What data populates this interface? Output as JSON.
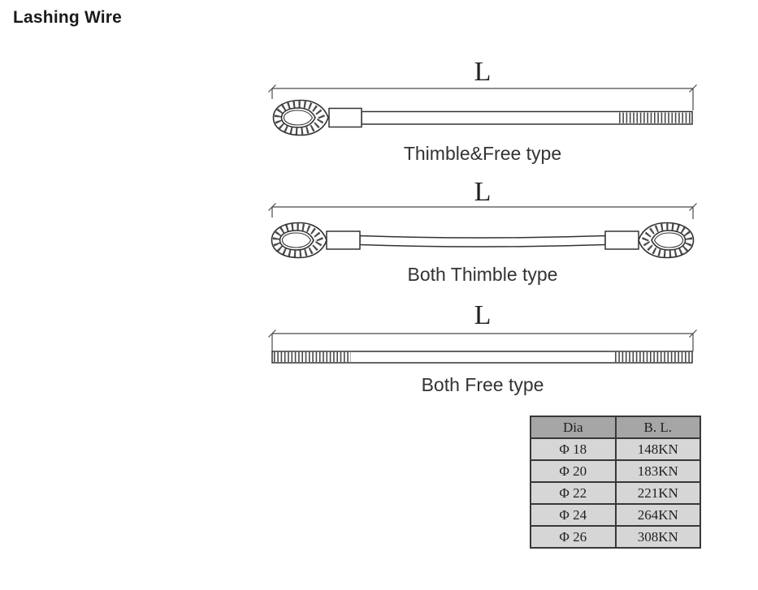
{
  "page": {
    "title": "Lashing Wire"
  },
  "diagrams": [
    {
      "dim_label": "L",
      "caption": "Thimble&Free type"
    },
    {
      "dim_label": "L",
      "caption": "Both Thimble type"
    },
    {
      "dim_label": "L",
      "caption": "Both Free type"
    }
  ],
  "table": {
    "headers": [
      "Dia",
      "B. L."
    ],
    "rows": [
      [
        "Φ 18",
        "148KN"
      ],
      [
        "Φ 20",
        "183KN"
      ],
      [
        "Φ 22",
        "221KN"
      ],
      [
        "Φ 24",
        "264KN"
      ],
      [
        "Φ 26",
        "308KN"
      ]
    ]
  },
  "colors": {
    "table_header_bg": "#a6a6a6",
    "table_row_bg": "#d6d6d6",
    "table_border": "#383838",
    "drawing_line": "#3c3c3c"
  }
}
